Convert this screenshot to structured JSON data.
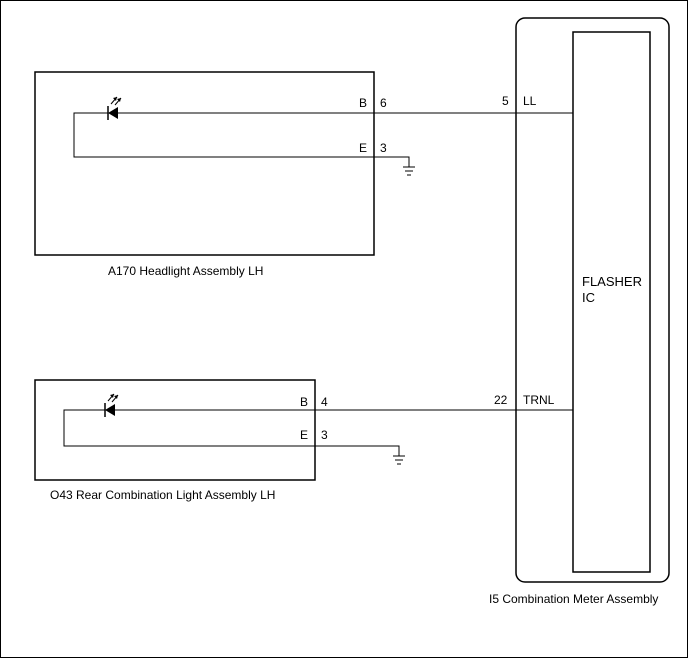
{
  "headlight": {
    "caption": "A170   Headlight Assembly LH",
    "pin_b": "B",
    "pin_b_num": "6",
    "pin_e": "E",
    "pin_e_num": "3"
  },
  "rear_light": {
    "caption": "O43  Rear Combination Light Assembly LH",
    "pin_b": "B",
    "pin_b_num": "4",
    "pin_e": "E",
    "pin_e_num": "3"
  },
  "meter": {
    "caption": "I5  Combination Meter Assembly",
    "ic_line1": "FLASHER",
    "ic_line2": "IC",
    "pin_ll_num": "5",
    "pin_ll": "LL",
    "pin_trnl_num": "22",
    "pin_trnl": "TRNL"
  }
}
